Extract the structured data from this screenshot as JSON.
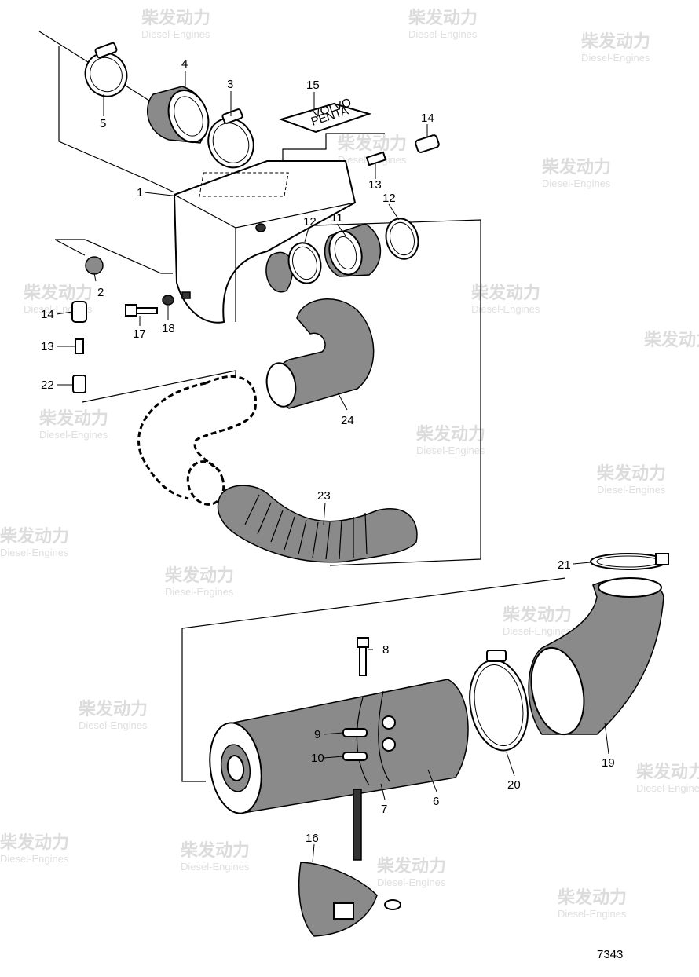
{
  "figure_number": "7343",
  "watermark": {
    "chinese": "柴发动力",
    "english": "Diesel-Engines"
  },
  "part_numbers": [
    "1",
    "2",
    "3",
    "4",
    "5",
    "6",
    "7",
    "8",
    "9",
    "10",
    "11",
    "12",
    "12",
    "13",
    "13",
    "14",
    "14",
    "15",
    "16",
    "17",
    "18",
    "19",
    "20",
    "21",
    "22",
    "23",
    "24"
  ],
  "plate_text": [
    "VOLVO",
    "PENTA"
  ]
}
